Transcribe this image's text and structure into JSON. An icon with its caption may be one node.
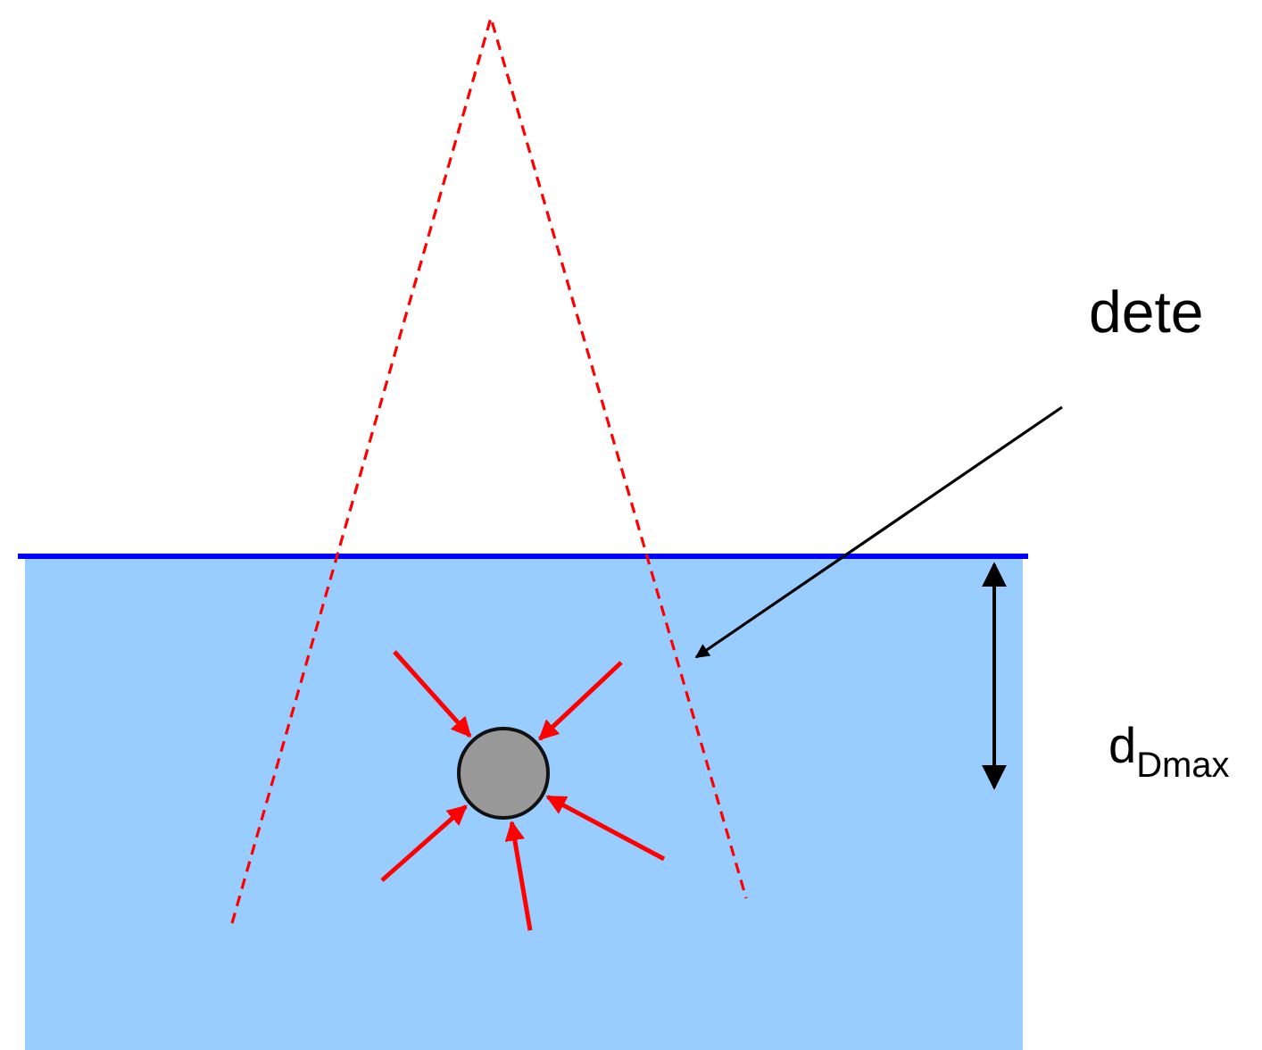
{
  "diagram": {
    "nodes": [
      {
        "text": [
          "dete"
        ]
      },
      {
        "text": [],
        "shape": "circle"
      }
    ],
    "edges": [
      {
        "from": 0,
        "to": null,
        "arrow": "to",
        "color": "#000000"
      },
      {
        "from": null,
        "to": 1,
        "arrow": "to",
        "color": "#ff0000"
      },
      {
        "from": null,
        "to": 1,
        "arrow": "to",
        "color": "#ff0000"
      },
      {
        "from": null,
        "to": 1,
        "arrow": "to",
        "color": "#ff0000"
      },
      {
        "from": null,
        "to": 1,
        "arrow": "to",
        "color": "#ff0000"
      },
      {
        "from": null,
        "to": 1,
        "arrow": "to",
        "color": "#ff0000"
      }
    ],
    "labels": [
      "d$_{Dmax}$"
    ]
  }
}
